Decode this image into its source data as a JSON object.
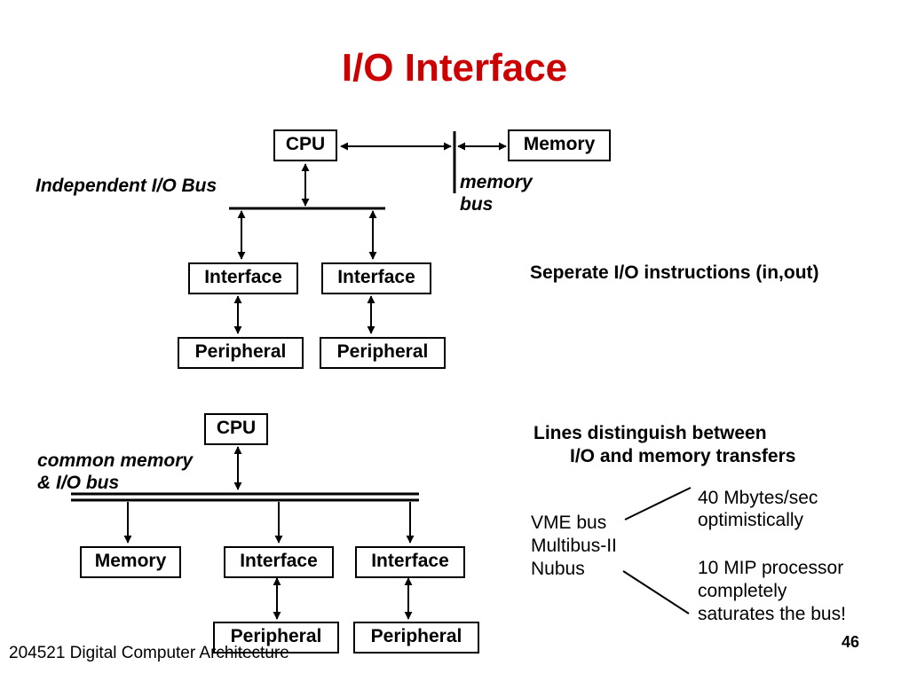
{
  "title": "I/O Interface",
  "top": {
    "cpu": "CPU",
    "memory": "Memory",
    "interface_1": "Interface",
    "interface_2": "Interface",
    "peripheral_1": "Peripheral",
    "peripheral_2": "Peripheral",
    "io_bus_label": "Independent I/O Bus",
    "memory_bus_line1": "memory",
    "memory_bus_line2": "bus",
    "note": "Seperate I/O instructions (in,out)"
  },
  "bottom": {
    "cpu": "CPU",
    "memory": "Memory",
    "interface_1": "Interface",
    "interface_2": "Interface",
    "peripheral_1": "Peripheral",
    "peripheral_2": "Peripheral",
    "bus_label_line1": "common memory",
    "bus_label_line2": "& I/O bus",
    "note_line1": "Lines distinguish between",
    "note_line2": "I/O and memory transfers",
    "bus_examples": [
      "VME bus",
      "Multibus-II",
      "Nubus"
    ],
    "vme_note_line1": "40 Mbytes/sec",
    "vme_note_line2": "optimistically",
    "proc_note_line1": "10 MIP processor",
    "proc_note_line2": "completely",
    "proc_note_line3": "saturates the bus!"
  },
  "footer": {
    "course": "204521 Digital Computer Architecture",
    "page": "46"
  }
}
